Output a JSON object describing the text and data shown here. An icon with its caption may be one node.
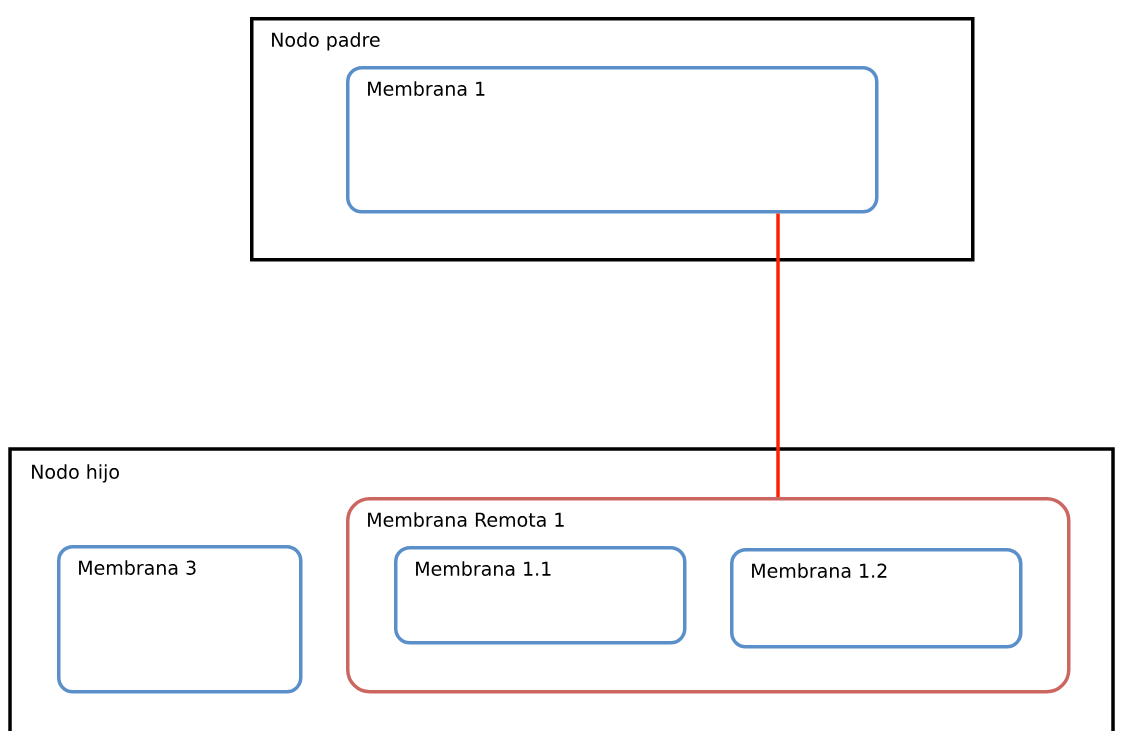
{
  "diagram": {
    "nodes": [
      {
        "text": [
          "Nodo padre"
        ]
      },
      {
        "text": [
          "Membrana 1"
        ],
        "in": 0
      },
      {
        "text": [
          "Nodo hijo"
        ]
      },
      {
        "text": [
          "Membrana 3"
        ],
        "in": 2
      },
      {
        "text": [
          "Membrana Remota 1"
        ],
        "in": 2
      },
      {
        "text": [
          "Membrana 1.1"
        ],
        "in": 4
      },
      {
        "text": [
          "Membrana 1.2"
        ],
        "in": 4
      }
    ],
    "edges": [
      {
        "from": 1,
        "to": 4,
        "arrow": "none",
        "color": "#ff2200"
      }
    ]
  }
}
